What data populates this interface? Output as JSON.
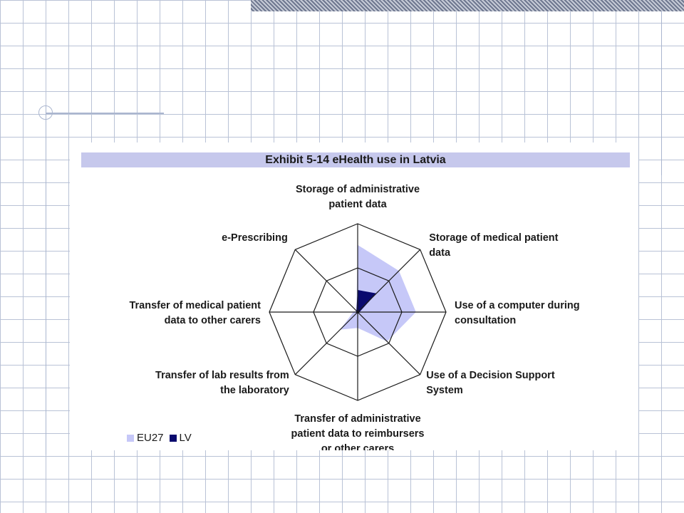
{
  "chart_data": {
    "type": "radar",
    "title": "Exhibit 5-14 eHealth use in Latvia",
    "axes": [
      [
        "Storage of administrative",
        "patient data"
      ],
      [
        "Storage of medical patient",
        "data"
      ],
      [
        "Use of a computer during",
        "consultation"
      ],
      [
        "Use of a Decision Support",
        "System"
      ],
      [
        "Transfer of administrative",
        "patient data to reimbursers",
        "or other carers"
      ],
      [
        "Transfer of lab results from",
        "the laboratory"
      ],
      [
        "Transfer of medical patient",
        "data to other carers"
      ],
      [
        "e-Prescribing"
      ]
    ],
    "rlim": [
      0,
      100
    ],
    "grid_rings": [
      50,
      100
    ],
    "series": [
      {
        "name": "EU27",
        "color": "#c6c8f8",
        "values": [
          76,
          66,
          66,
          47,
          18,
          28,
          5,
          2
        ]
      },
      {
        "name": "LV",
        "color": "#0a0a6e",
        "values": [
          25,
          30,
          2,
          2,
          2,
          2,
          2,
          2
        ]
      }
    ],
    "legend": "bottom-left"
  },
  "colors": {
    "title_bar": "#c6c8ec",
    "grid": "#b9c2d6",
    "top_band": "#8a93a8"
  }
}
